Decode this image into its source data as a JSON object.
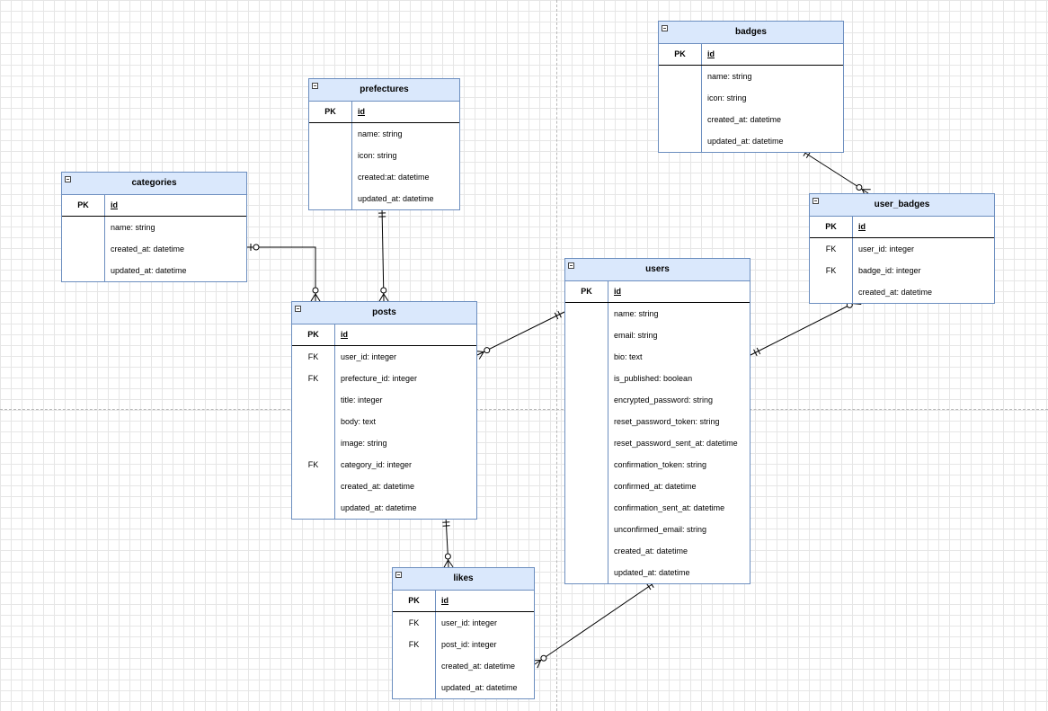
{
  "tables": {
    "badges": {
      "title": "badges",
      "rows": [
        {
          "key": "PK",
          "field": "id"
        },
        {
          "key": "",
          "field": "name: string"
        },
        {
          "key": "",
          "field": "icon: string"
        },
        {
          "key": "",
          "field": "created_at: datetime"
        },
        {
          "key": "",
          "field": "updated_at: datetime"
        }
      ]
    },
    "prefectures": {
      "title": "prefectures",
      "rows": [
        {
          "key": "PK",
          "field": "id"
        },
        {
          "key": "",
          "field": "name: string"
        },
        {
          "key": "",
          "field": "icon: string"
        },
        {
          "key": "",
          "field": "created:at: datetime"
        },
        {
          "key": "",
          "field": "updated_at: datetime"
        }
      ]
    },
    "categories": {
      "title": "categories",
      "rows": [
        {
          "key": "PK",
          "field": "id"
        },
        {
          "key": "",
          "field": "name: string"
        },
        {
          "key": "",
          "field": "created_at: datetime"
        },
        {
          "key": "",
          "field": "updated_at: datetime"
        }
      ]
    },
    "user_badges": {
      "title": "user_badges",
      "rows": [
        {
          "key": "PK",
          "field": "id"
        },
        {
          "key": "FK",
          "field": "user_id: integer"
        },
        {
          "key": "FK",
          "field": "badge_id: integer"
        },
        {
          "key": "",
          "field": "created_at: datetime"
        }
      ]
    },
    "users": {
      "title": "users",
      "rows": [
        {
          "key": "PK",
          "field": "id"
        },
        {
          "key": "",
          "field": "name: string"
        },
        {
          "key": "",
          "field": "email: string"
        },
        {
          "key": "",
          "field": "bio: text"
        },
        {
          "key": "",
          "field": "is_published: boolean"
        },
        {
          "key": "",
          "field": "encrypted_password: string"
        },
        {
          "key": "",
          "field": "reset_password_token: string"
        },
        {
          "key": "",
          "field": "reset_password_sent_at: datetime"
        },
        {
          "key": "",
          "field": "confirmation_token: string"
        },
        {
          "key": "",
          "field": "confirmed_at: datetime"
        },
        {
          "key": "",
          "field": "confirmation_sent_at: datetime"
        },
        {
          "key": "",
          "field": "unconfirmed_email: string"
        },
        {
          "key": "",
          "field": "created_at: datetime"
        },
        {
          "key": "",
          "field": "updated_at: datetime"
        }
      ]
    },
    "posts": {
      "title": "posts",
      "rows": [
        {
          "key": "PK",
          "field": "id"
        },
        {
          "key": "FK",
          "field": "user_id: integer"
        },
        {
          "key": "FK",
          "field": "prefecture_id: integer"
        },
        {
          "key": "",
          "field": "title: integer"
        },
        {
          "key": "",
          "field": "body: text"
        },
        {
          "key": "",
          "field": "image: string"
        },
        {
          "key": "FK",
          "field": "category_id: integer"
        },
        {
          "key": "",
          "field": "created_at: datetime"
        },
        {
          "key": "",
          "field": "updated_at: datetime"
        }
      ]
    },
    "likes": {
      "title": "likes",
      "rows": [
        {
          "key": "PK",
          "field": "id"
        },
        {
          "key": "FK",
          "field": "user_id: integer"
        },
        {
          "key": "FK",
          "field": "post_id: integer"
        },
        {
          "key": "",
          "field": "created_at: datetime"
        },
        {
          "key": "",
          "field": "updated_at: datetime"
        }
      ]
    }
  },
  "relationships": [
    {
      "from": "badges",
      "to": "user_badges",
      "from_end": "one-mandatory",
      "to_end": "zero-or-many"
    },
    {
      "from": "prefectures",
      "to": "posts",
      "from_end": "one-mandatory",
      "to_end": "zero-or-many"
    },
    {
      "from": "categories",
      "to": "posts",
      "from_end": "zero-or-one",
      "to_end": "zero-or-many"
    },
    {
      "from": "users",
      "to": "posts",
      "from_end": "one-mandatory",
      "to_end": "zero-or-many"
    },
    {
      "from": "users",
      "to": "user_badges",
      "from_end": "one-mandatory",
      "to_end": "zero-or-many"
    },
    {
      "from": "posts",
      "to": "likes",
      "from_end": "one-mandatory",
      "to_end": "zero-or-many"
    },
    {
      "from": "users",
      "to": "likes",
      "from_end": "one-mandatory",
      "to_end": "zero-or-many"
    }
  ],
  "colors": {
    "header_fill": "#dae8fc",
    "border": "#6c8ebf",
    "grid": "#e6e6e6",
    "line": "#000000"
  }
}
